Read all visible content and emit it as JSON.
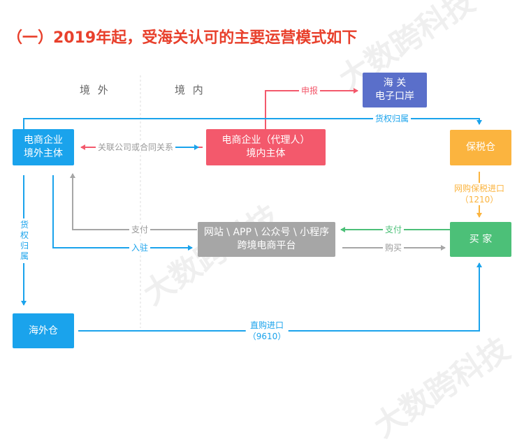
{
  "title": "（一）2019年起，受海关认可的主要运营模式如下",
  "watermark": "大数跨科技",
  "regions": {
    "overseas": "境 外",
    "domestic": "境 内"
  },
  "boxes": {
    "customs_line1": "海 关",
    "customs_line2": "电子口岸",
    "overseas_entity_line1": "电商企业",
    "overseas_entity_line2": "境外主体",
    "agent_line1": "电商企业（代理人）",
    "agent_line2": "境内主体",
    "bonded_warehouse": "保税仓",
    "platform_line1": "网站 \\ APP \\ 公众号 \\ 小程序",
    "platform_line2": "跨境电商平台",
    "buyer": "买 家",
    "overseas_warehouse": "海外仓"
  },
  "labels": {
    "declare": "申报",
    "ownership_top": "货权归属",
    "affiliate": "关联公司或合同关系",
    "ownership_left_1": "货",
    "ownership_left_2": "权",
    "ownership_left_3": "归",
    "ownership_left_4": "属",
    "pay_platform": "支付",
    "settle": "入驻",
    "pay_buyer": "支付",
    "purchase": "购买",
    "bonded_import_1": "网购保税进口",
    "bonded_import_2": "（1210）",
    "direct_import_1": "直购进口",
    "direct_import_2": "（9610）"
  },
  "colors": {
    "title": "#e8402c",
    "blue": "#1aa3ec",
    "red": "#f3596c",
    "navy": "#5a6fca",
    "orange": "#fbb43f",
    "green": "#4cc078",
    "gray": "#a6a6a6"
  }
}
